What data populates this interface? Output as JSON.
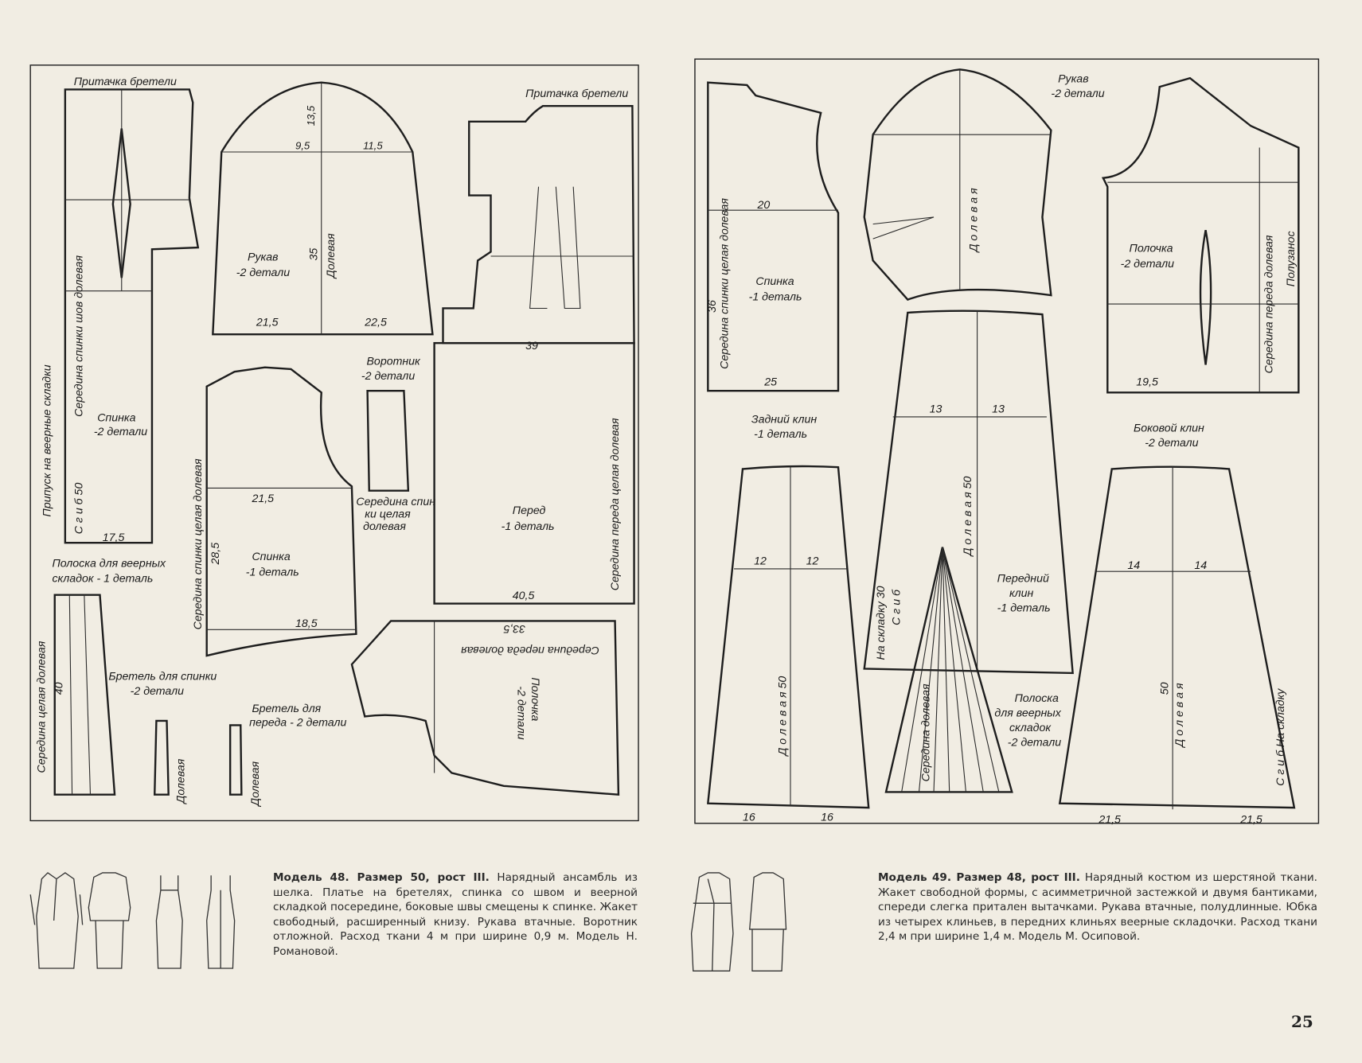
{
  "page_number": "25",
  "model48": {
    "title": "Модель 48. Размер 50, рост III.",
    "text": "Нарядный ансамбль из шелка. Платье на бретелях, спинка со швом и веерной складкой посередине, боковые швы смещены к спинке. Жакет свободный, расширенный книзу. Рукава втачные. Воротник отложной. Расход ткани 4 м при ширине 0,9 м. Модель Н. Романовой."
  },
  "model49": {
    "title": "Модель 49. Размер 48, рост III.",
    "text": "Нарядный костюм из шерстяной ткани. Жакет свободной формы, с асимметричной застежкой и двумя бантиками, спереди слегка притален вытачками. Рукава втачные, полудлинные. Юбка из четырех клиньев, в передних клиньях веерные складочки. Расход ткани 2,4 м при ширине 1,4 м. Модель М. Осиповой."
  },
  "left_labels": {
    "pritachka1": "Притачка бретели",
    "pritachka2": "Притачка бретели",
    "pripusk": "Припуск на веерные складки",
    "seredina_shov": "Середина спинки шов долевая",
    "sgib": "С г и б  50",
    "spinka2": "Спинка",
    "spinka2b": "-2 детали",
    "rukav": "Рукав",
    "rukav_b": "-2 детали",
    "dolevaya_rukav": "Долевая",
    "n35": "35",
    "n21_5": "21,5",
    "n22_5": "22,5",
    "n13_5": "13,5",
    "n9_5": "9,5",
    "n11_5": "11,5",
    "spinka1": "Спинка",
    "spinka1b": "-1 деталь",
    "ser_spinki": "Середина спинки целая долевая",
    "n28_5": "28,5",
    "n21_5b": "21,5",
    "n18_5": "18,5",
    "vorotnik": "Воротник",
    "vorotnik_b": "-2 детали",
    "ser_spinki_cel": "Середина спин",
    "ser_spinki_cel2": "ки целая",
    "ser_spinki_cel3": "долевая",
    "pered": "Перед",
    "pered_b": "-1 деталь",
    "n39": "39",
    "n40_5": "40,5",
    "ser_pereda": "Середина переда целая долевая",
    "polosk_title": "Полоска для веерных",
    "polosk_title2": "складок - 1 деталь",
    "polosk_ser": "Середина целая долевая",
    "n40": "40",
    "bretel_sp": "Бретель для спинки",
    "bretel_sp2": "-2 детали",
    "bretel_per": "Бретель для",
    "bretel_per2": "переда - 2 детали",
    "dolevaya_b1": "Долевая",
    "dolevaya_b2": "Долевая",
    "polochka": "Полочка",
    "polochka_b": "-2 детали",
    "ser_pereda_dol": "Середина переда долевая",
    "n33_5": "33,5",
    "n17_5": "17,5"
  },
  "right_labels": {
    "spinka": "Спинка",
    "spinka_b": "-1 деталь",
    "ser_spinki": "Середина спинки целая долевая",
    "n36": "36",
    "n25": "25",
    "n20": "20",
    "rukav": "Рукав",
    "rukav_b": "-2 детали",
    "dolevaya_r": "Д о л е в а я",
    "polochka": "Полочка",
    "polochka_b": "-2 детали",
    "ser_pereda": "Середина переда долевая",
    "poluzanos": "Полузанос",
    "n19_5": "19,5",
    "zadniy": "Задний клин",
    "zadniy_b": "-1 деталь",
    "dolevaya_z": "Д о л е в а я  50",
    "n16a": "16",
    "n16b": "16",
    "peredniy": "Передний",
    "peredniy_b": "клин",
    "peredniy_c": "-1 деталь",
    "dolevaya_p": "Д о л е в а я  50",
    "na_skladku": "На складку 30",
    "sgib": "С г и б",
    "ser_dolevaya": "Середина долевая",
    "polosk": "Полоска",
    "polosk_b": "для веерных",
    "polosk_c": "складок",
    "polosk_d": "-2 детали",
    "bokovoy": "Боковой клин",
    "bokovoy_b": "-2 детали",
    "dolevaya_bk": "Д о л е в а я",
    "n50": "50",
    "sgib2": "С г и б  На складку",
    "n21_5": "21,5",
    "n21_5b": "21,5",
    "n14a": "14",
    "n14b": "14",
    "n12a": "12",
    "n12b": "12",
    "n13a": "13",
    "n13b": "13"
  }
}
